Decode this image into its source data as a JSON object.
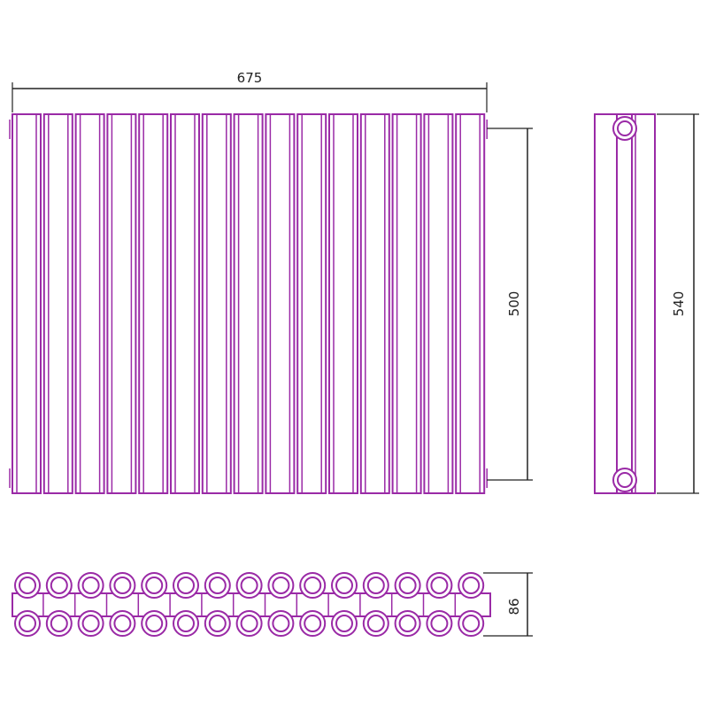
{
  "drawing": {
    "dimensions": {
      "width": "675",
      "height_connection": "500",
      "height_total": "540",
      "depth": "86"
    },
    "section_count": 15,
    "colors": {
      "outline": "#9a2aa6",
      "dimension_line": "#222222",
      "background": "#ffffff"
    }
  }
}
